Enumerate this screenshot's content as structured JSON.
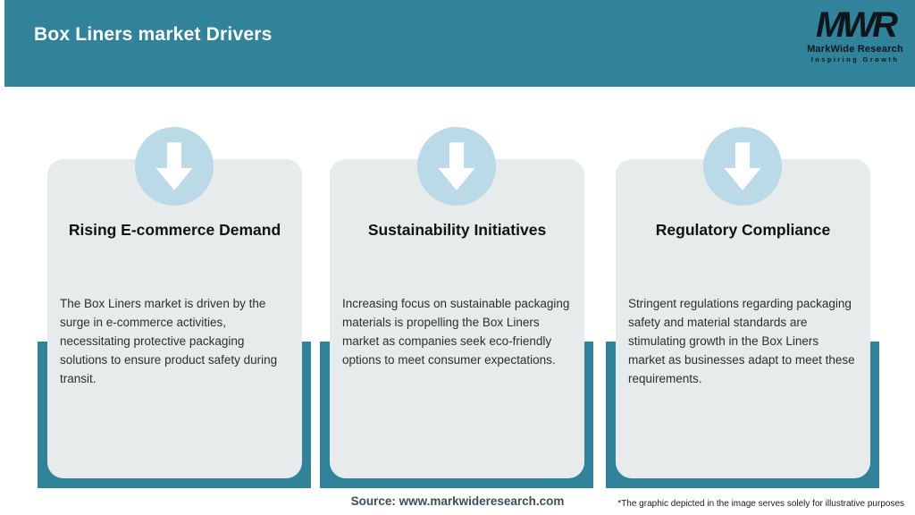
{
  "header": {
    "title": "Box Liners market Drivers",
    "logo": {
      "acronym": "MWR",
      "name": "MarkWide Research",
      "tagline": "Inspiring Growth"
    }
  },
  "cards": [
    {
      "icon": "down-arrow-icon",
      "title": "Rising E-commerce Demand",
      "description": "The Box Liners market is driven by the surge in e-commerce activities, necessitating protective packaging solutions to ensure product safety during transit."
    },
    {
      "icon": "down-arrow-icon",
      "title": "Sustainability Initiatives",
      "description": "Increasing focus on sustainable packaging materials is propelling the Box Liners market as companies seek eco-friendly options to meet consumer expectations."
    },
    {
      "icon": "down-arrow-icon",
      "title": "Regulatory Compliance",
      "description": "Stringent regulations regarding packaging safety and material standards are stimulating growth in the Box Liners market as businesses adapt to meet these requirements."
    }
  ],
  "footer": {
    "source": "Source: www.markwideresearch.com",
    "disclaimer": "*The graphic depicted in the image serves solely for illustrative purposes"
  },
  "colors": {
    "teal": "#31839C",
    "light_blue": "#B9DAE6",
    "card_bg": "#E8EBEB",
    "logo_dark": "#10151B",
    "source_text": "#3C4E57"
  }
}
